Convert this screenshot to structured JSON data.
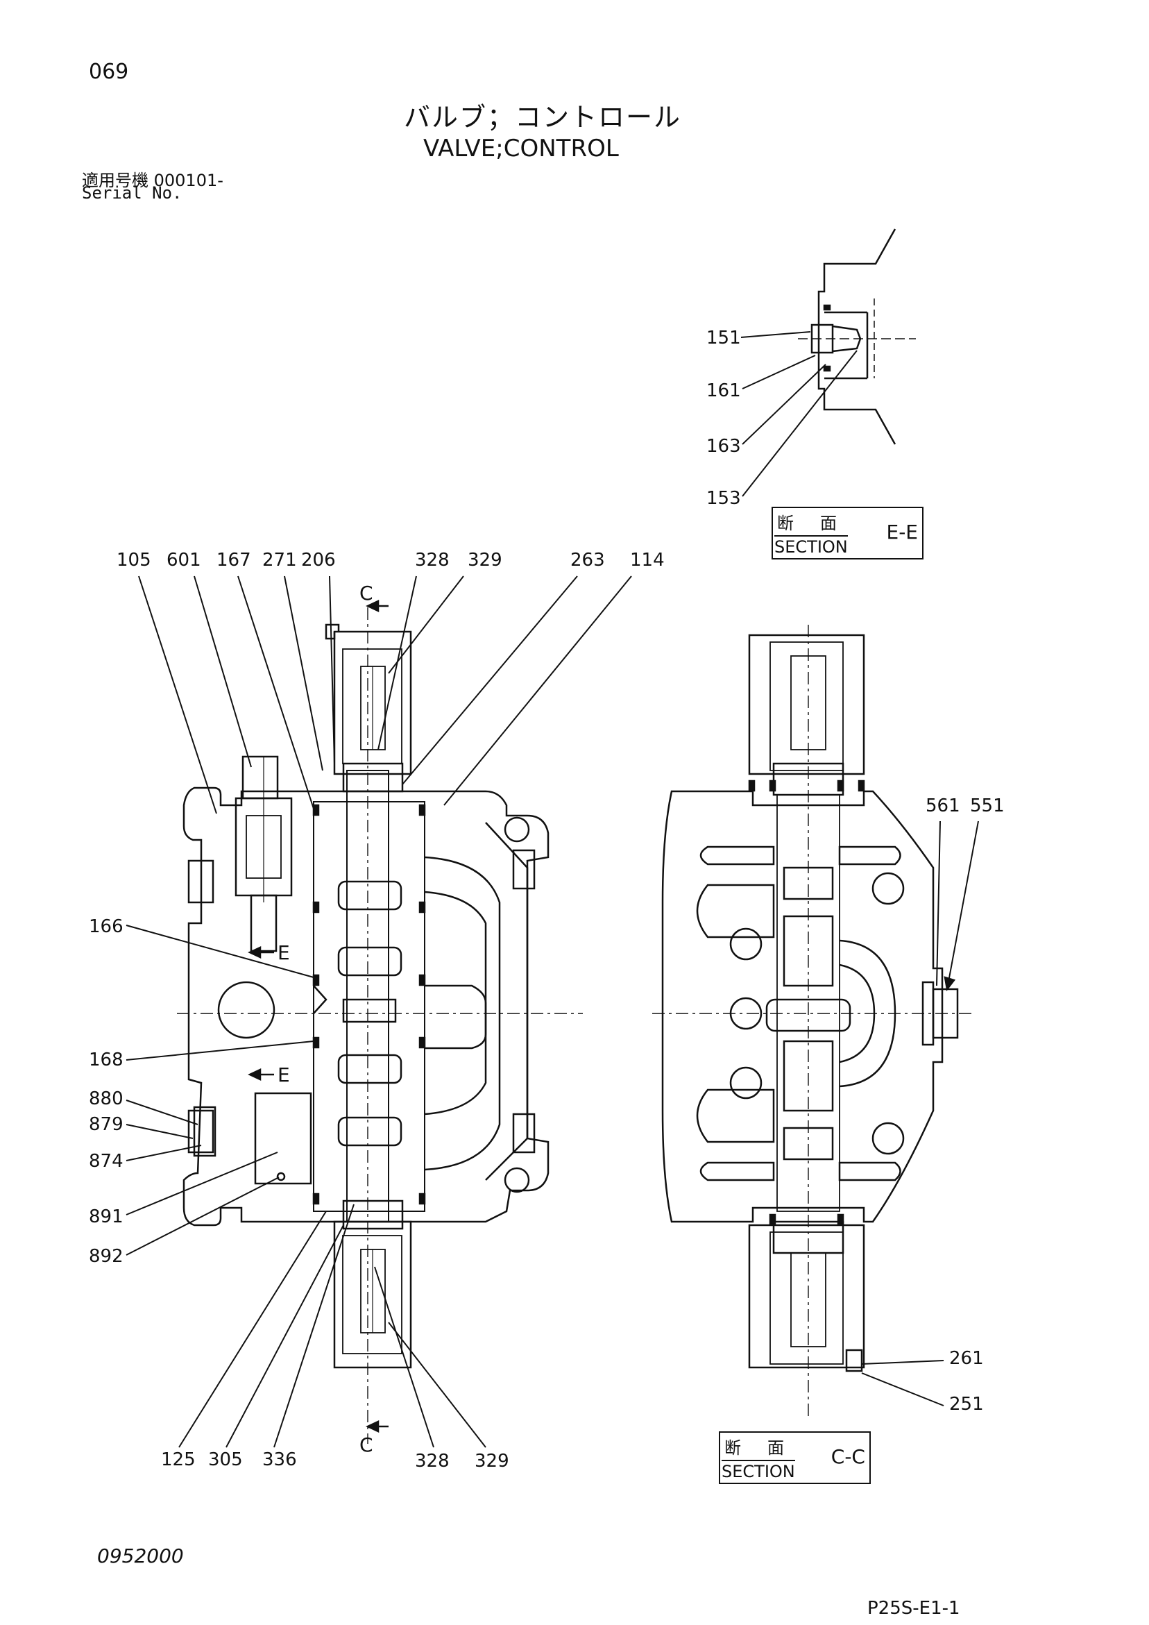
{
  "header": {
    "page_number": "069",
    "title_jp": "バルブ；コントロール",
    "title_en": "VALVE;CONTROL",
    "serial_jp": "適用号機  000101-",
    "serial_en": "Serial No."
  },
  "section_ee": {
    "jp": "断面",
    "en": "SECTION",
    "mark": "E-E"
  },
  "section_cc": {
    "jp": "断面",
    "en": "SECTION",
    "mark": "C-C"
  },
  "cut_marks": {
    "c": "C",
    "e": "E"
  },
  "callouts": {
    "c151": "151",
    "c161": "161",
    "c163": "163",
    "c153": "153",
    "c105": "105",
    "c601": "601",
    "c167": "167",
    "c271": "271",
    "c206": "206",
    "c328a": "328",
    "c329a": "329",
    "c263": "263",
    "c114": "114",
    "c166": "166",
    "c168": "168",
    "c880": "880",
    "c879": "879",
    "c874": "874",
    "c891": "891",
    "c892": "892",
    "c125": "125",
    "c305": "305",
    "c336": "336",
    "c328b": "328",
    "c329b": "329",
    "c561": "561",
    "c551": "551",
    "c261": "261",
    "c251": "251"
  },
  "footer": {
    "doc_number": "0952000",
    "page_ref": "P25S-E1-1"
  }
}
